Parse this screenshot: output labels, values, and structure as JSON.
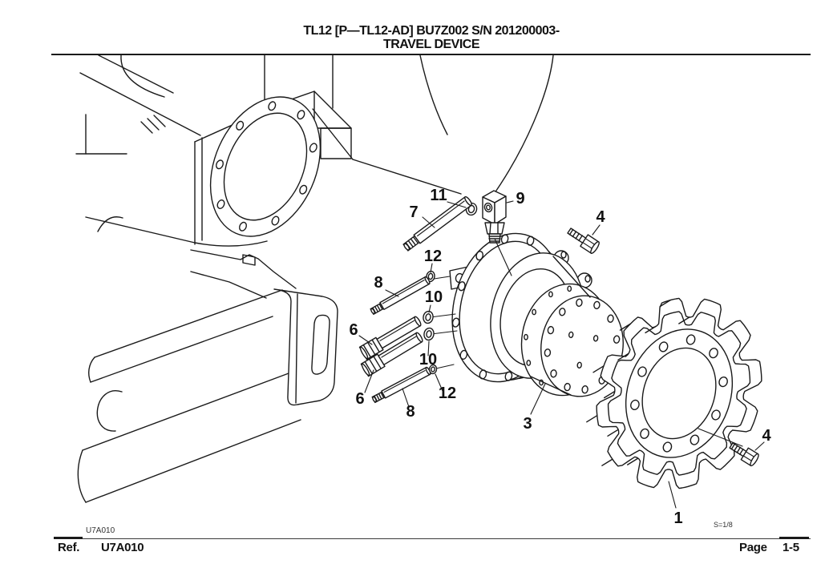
{
  "header": {
    "model_line": "TL12 [P—TL12-AD] BU7Z002 S/N 201200003-",
    "title": "TRAVEL DEVICE"
  },
  "figure": {
    "description": "Exploded parts diagram of travel device: drive sprocket, travel motor, mounting bolts, o-rings and fitting on track frame",
    "callouts": [
      {
        "label": "11"
      },
      {
        "label": "9"
      },
      {
        "label": "7"
      },
      {
        "label": "4"
      },
      {
        "label": "12"
      },
      {
        "label": "8"
      },
      {
        "label": "10"
      },
      {
        "label": "6"
      },
      {
        "label": "10"
      },
      {
        "label": "6"
      },
      {
        "label": "12"
      },
      {
        "label": "8"
      },
      {
        "label": "3"
      },
      {
        "label": "1"
      },
      {
        "label": "4"
      }
    ]
  },
  "footer": {
    "drawing_code_small": "U7A010",
    "scale_note": "S=1/8",
    "ref_label": "Ref.",
    "ref_value": "U7A010",
    "page_label": "Page",
    "page_value": "1-5"
  },
  "colors": {
    "line": "#1a1a1a",
    "background": "#ffffff"
  }
}
